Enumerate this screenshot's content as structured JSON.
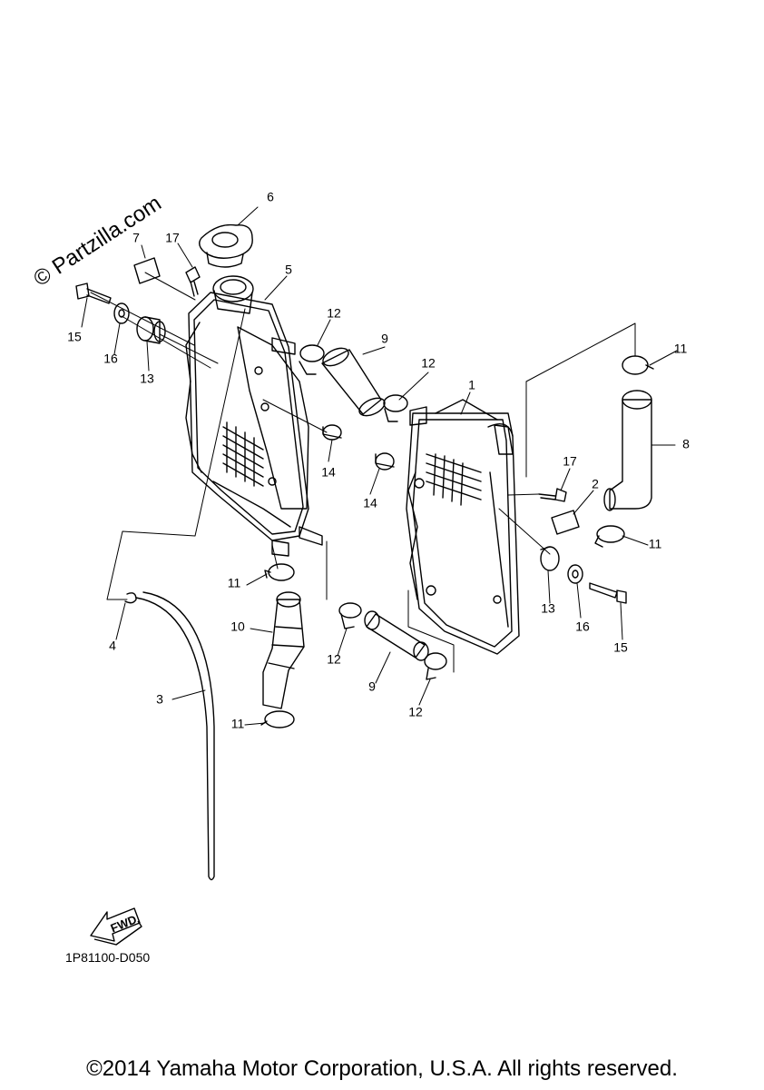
{
  "watermark": "© Partzilla.com",
  "part_code": "1P81100-D050",
  "copyright": "©2014 Yamaha Motor Corporation, U.S.A. All rights reserved.",
  "fwd_label": "FWD",
  "callouts": {
    "c1": "1",
    "c2": "2",
    "c3": "3",
    "c4": "4",
    "c5": "5",
    "c6": "6",
    "c7": "7",
    "c8": "8",
    "c9a": "9",
    "c9b": "9",
    "c10": "10",
    "c11a": "11",
    "c11b": "11",
    "c11c": "11",
    "c11d": "11",
    "c12a": "12",
    "c12b": "12",
    "c12c": "12",
    "c12d": "12",
    "c13a": "13",
    "c13b": "13",
    "c14a": "14",
    "c14b": "14",
    "c15a": "15",
    "c15b": "15",
    "c16a": "16",
    "c16b": "16",
    "c17a": "17",
    "c17b": "17"
  }
}
